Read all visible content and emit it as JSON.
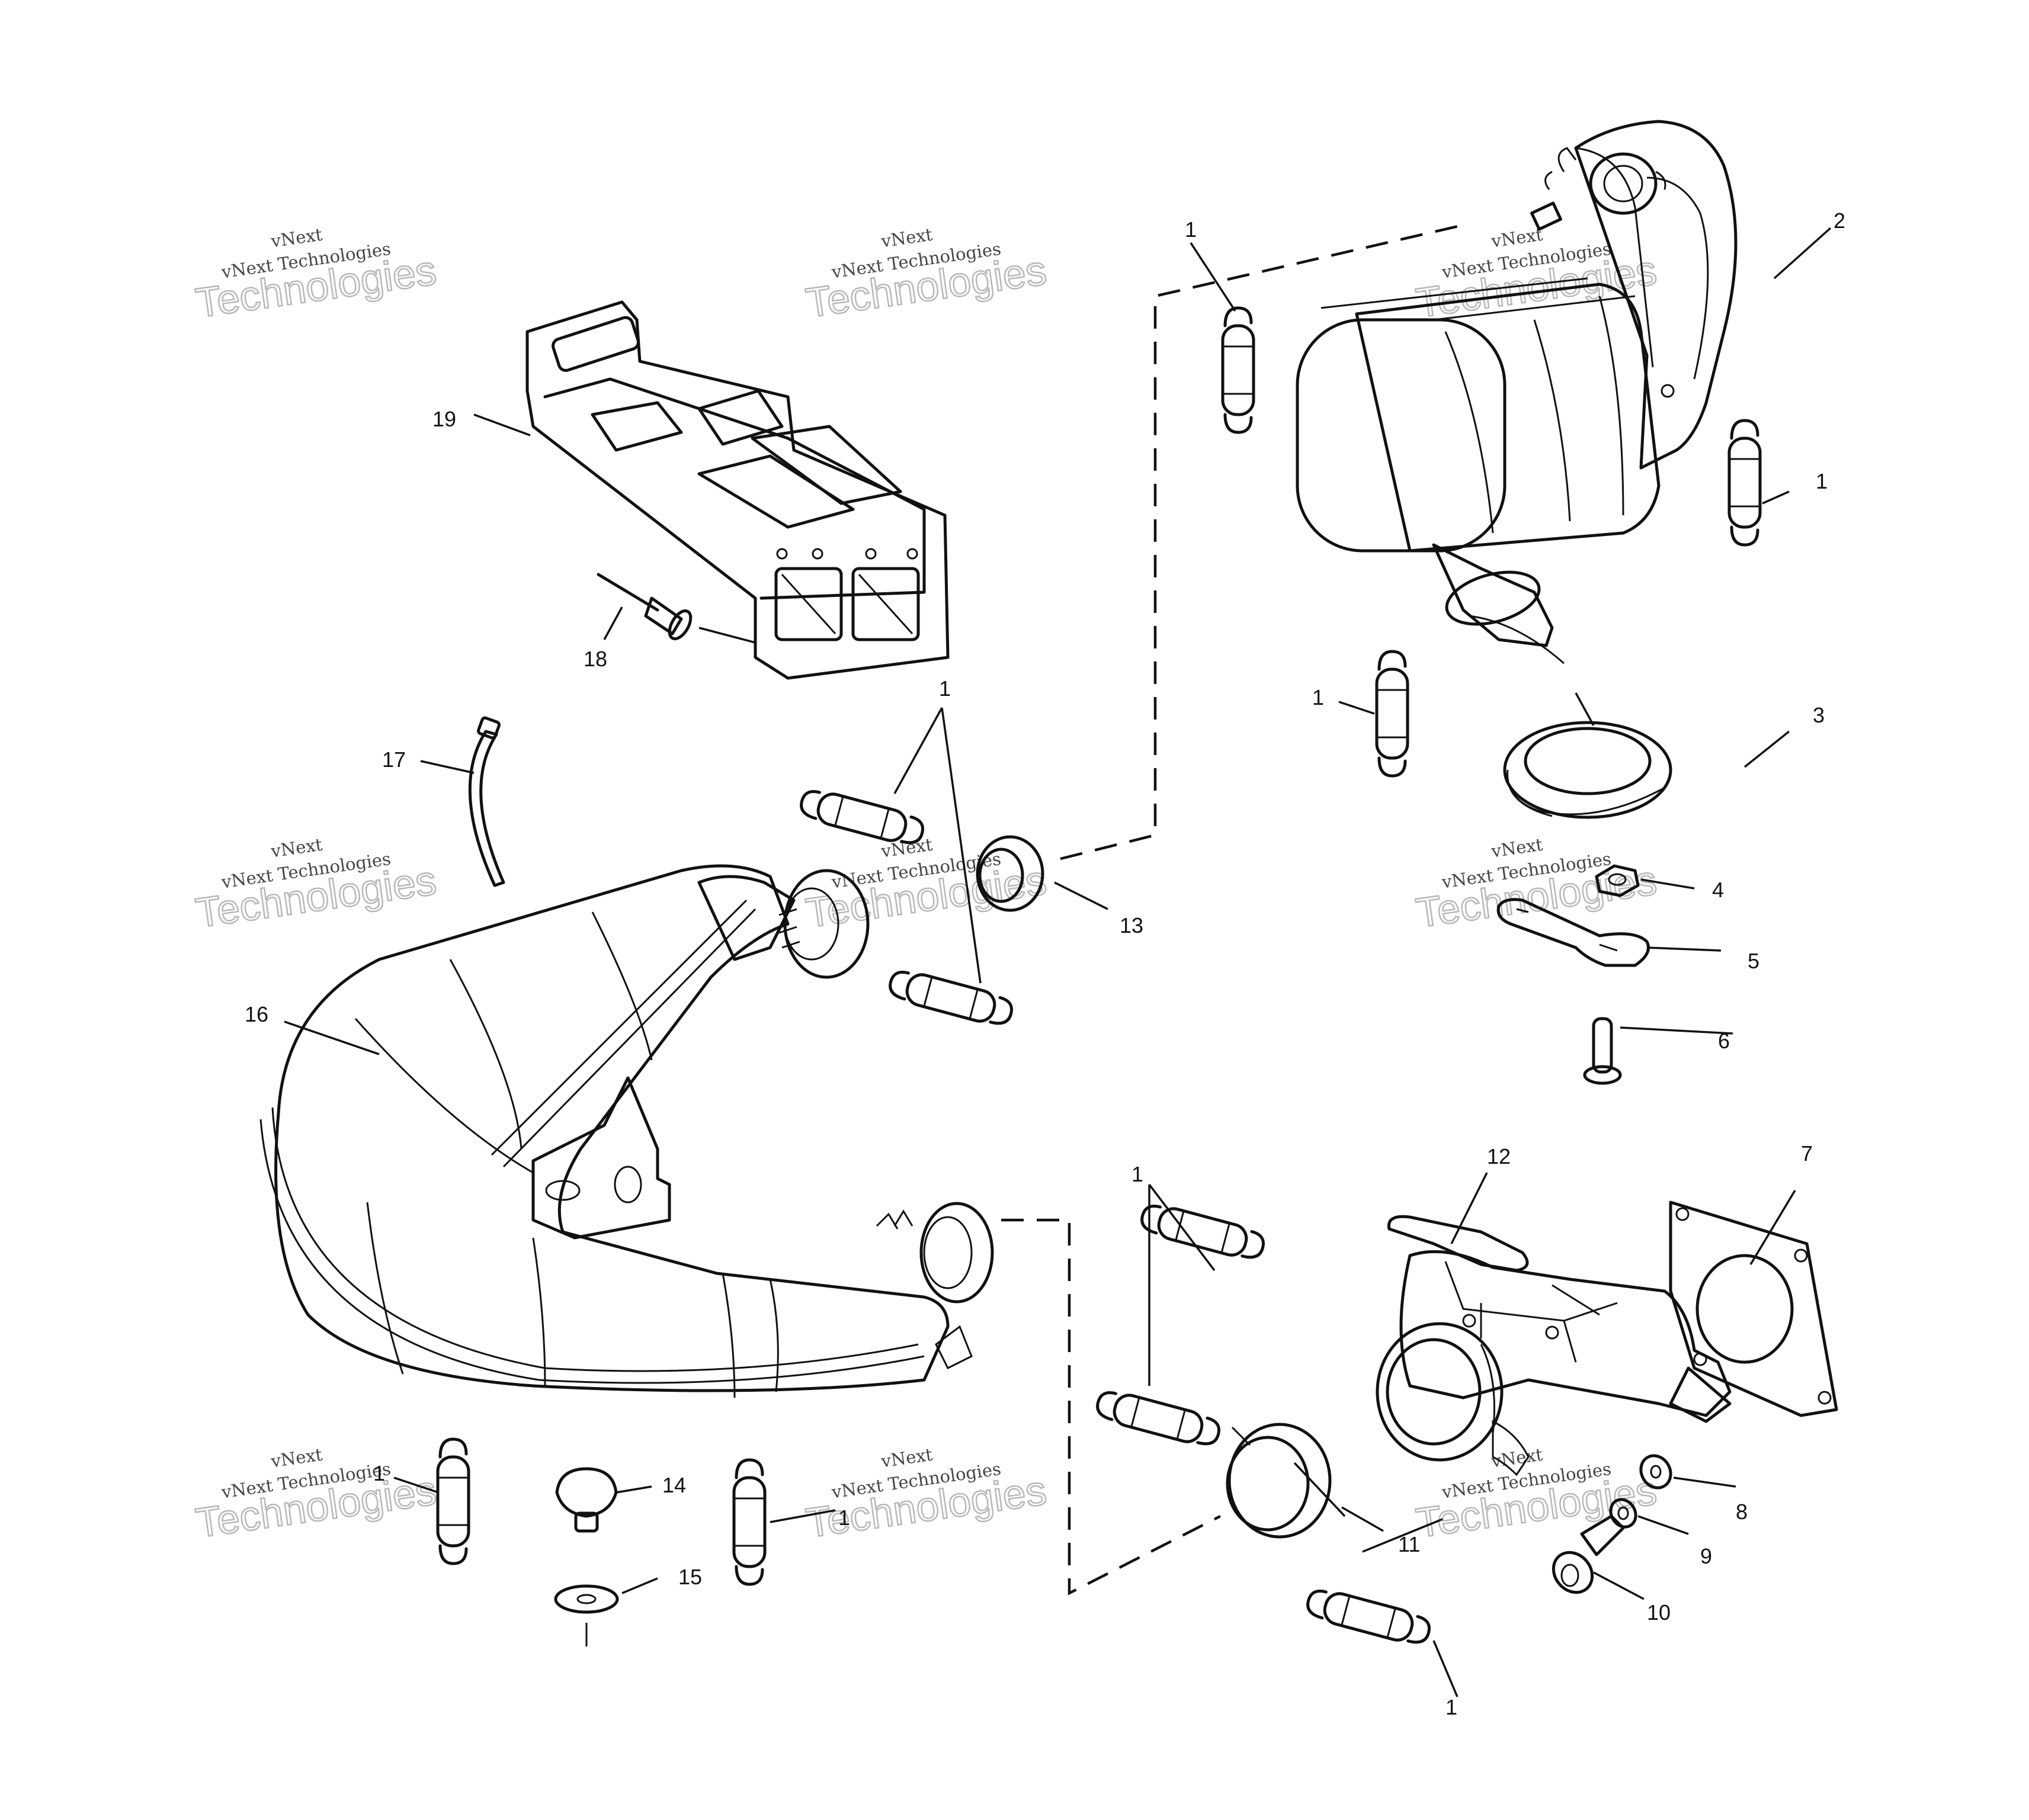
{
  "watermark": {
    "line1": "vNext",
    "line2": "vNext Technologies",
    "line3": "Technologies"
  },
  "callouts": {
    "c1": "1",
    "c2": "2",
    "c3": "3",
    "c4": "4",
    "c5": "5",
    "c6": "6",
    "c7": "7",
    "c8": "8",
    "c9": "9",
    "c10": "10",
    "c11": "11",
    "c12": "12",
    "c13": "13",
    "c14": "14",
    "c15": "15",
    "c16": "16",
    "c17": "17",
    "c18": "18",
    "c19": "19"
  }
}
